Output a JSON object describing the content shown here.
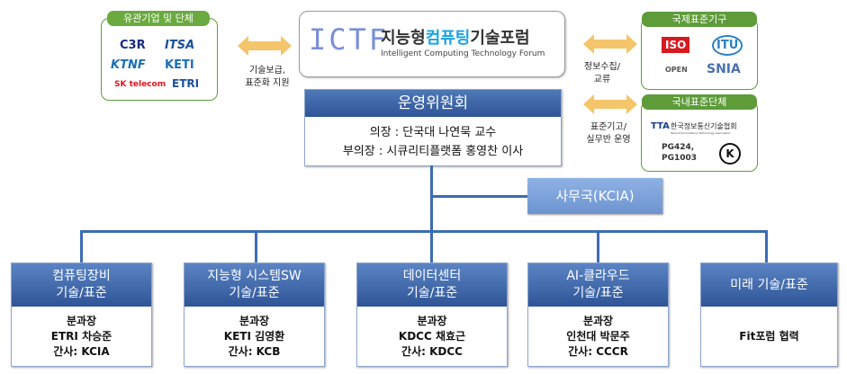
{
  "related_orgs": {
    "title": "유관기업 및 단체",
    "logos": [
      "C3R",
      "ITSA",
      "KTNF",
      "KETI",
      "ETRI",
      "SK telecom"
    ]
  },
  "forum": {
    "logo": "ICTF",
    "name_ko_prefix": "지능형",
    "name_ko_highlight": "컴퓨팅",
    "name_ko_suffix": "기술포럼",
    "name_en": "Intelligent Computing Technology Forum"
  },
  "intl_std": {
    "title": "국제표준기구",
    "logos": [
      "ISO",
      "ITU",
      "OPEN",
      "SNIA"
    ]
  },
  "domestic_std": {
    "title": "국내표준단체",
    "logos": [
      "TTA",
      "한국정보통신기술협회",
      "Telecommunications Technology Association",
      "PG424,",
      "PG1003",
      "K"
    ]
  },
  "arrows": {
    "left_label_1": "기술보급,",
    "left_label_2": "표준화 지원",
    "right1_label_1": "정보수집/",
    "right1_label_2": "교류",
    "right2_label_1": "표준기고/",
    "right2_label_2": "실무반 운영"
  },
  "committee": {
    "title": "운영위원회",
    "chair": "의장 : 단국대 나연묵 교수",
    "vice_chair": "부의장 : 시큐리티플랫폼 홍영찬 이사"
  },
  "secretariat": {
    "label": "사무국(KCIA)"
  },
  "subcommittees": [
    {
      "title1": "컴퓨팅장비",
      "title2": "기술/표준",
      "lines": [
        "분과장",
        "ETRI 차승준",
        "간사: KCIA"
      ]
    },
    {
      "title1": "지능형 시스템SW",
      "title2": "기술/표준",
      "lines": [
        "분과장",
        "KETI 김영환",
        "간사: KCB"
      ]
    },
    {
      "title1": "데이터센터",
      "title2": "기술/표준",
      "lines": [
        "분과장",
        "KDCC 채효근",
        "간사: KDCC"
      ]
    },
    {
      "title1": "AI-클라우드",
      "title2": "기술/표준",
      "lines": [
        "분과장",
        "인천대 박문주",
        "간사: CCCR"
      ]
    },
    {
      "title1": "미래 기술/표준",
      "title2": "",
      "lines": [
        "Fit포럼 협력"
      ]
    }
  ],
  "colors": {
    "navy": "#2f5597",
    "green": "#5f9f3a",
    "arrow": "#f4c56a",
    "connector": "#3d6cb3"
  }
}
